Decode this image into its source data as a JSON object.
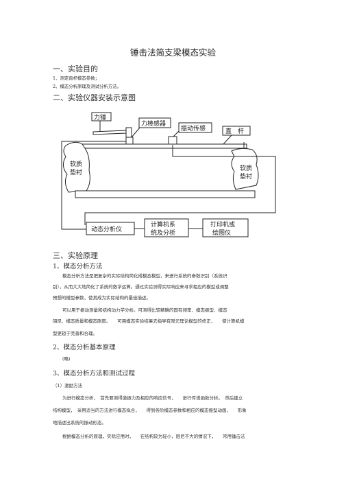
{
  "document": {
    "title": "锤击法简支梁模态实验",
    "sections": {
      "s1": "一、实验目的",
      "s2": "二、实验仪器安装示意图",
      "s3": "三、实验原理"
    },
    "objectives": [
      "1、测定直杆模态参数；",
      "2、模态分析原理及测试分析方法。"
    ],
    "diagram_labels": {
      "hammer": "力锤",
      "force_sensor": "力棒感器",
      "vibration_sensor": "振动传感",
      "straight_rod": "直　杆",
      "soft_material_left_1": "软质",
      "soft_material_left_2": "垫衬",
      "soft_material_right_1": "软质",
      "soft_material_right_2": "垫衬",
      "analyzer": "动态分析仪",
      "computer_1": "计算机系",
      "computer_2": "统及分析",
      "printer_1": "打印机或",
      "printer_2": "绘图仪"
    },
    "sub1": {
      "heading": "1、模态分析方法",
      "lines": [
        "模态分析方法是把复杂的实际结构简化成模态模型，来进行系统的参数识别（系统识",
        "别），从而大大地简化了系统的数学运算。通过实验测得实际响应来寻求相应的模型或调整",
        "预想的模型参数，使其成为实际结构的最佳描述。",
        "可以用于振动测量和结构动力学分析。可测得比较精确的固有频率、模态振型、模态",
        "阻尼、模态质量和模态刚度。　　可用模态实验结果去指导有限元理论模型的修正，　　使计算机模",
        "型更趋于完善和合理。"
      ]
    },
    "sub2": {
      "heading": "2、模态分析基本原理",
      "note": "(略)"
    },
    "sub3": {
      "heading": "3、模态分析方法和测试过程",
      "item1": "（1）激励方法",
      "lines": [
        "为进行模态分析，　首先要测得激振力及相应的响应信号，　　进行传递函数分析。　然后建立",
        "结构模型，　采用适当的方法进行模态拟合，　　得到各阶模态参数和相应的模态振型动画，　　形象",
        "地描述出系统的振动形态。",
        "根据模态分析的原理，实际应用时，　　在结构较为轻小，阻尼不大的情况下，　　常用锤击法"
      ]
    }
  }
}
